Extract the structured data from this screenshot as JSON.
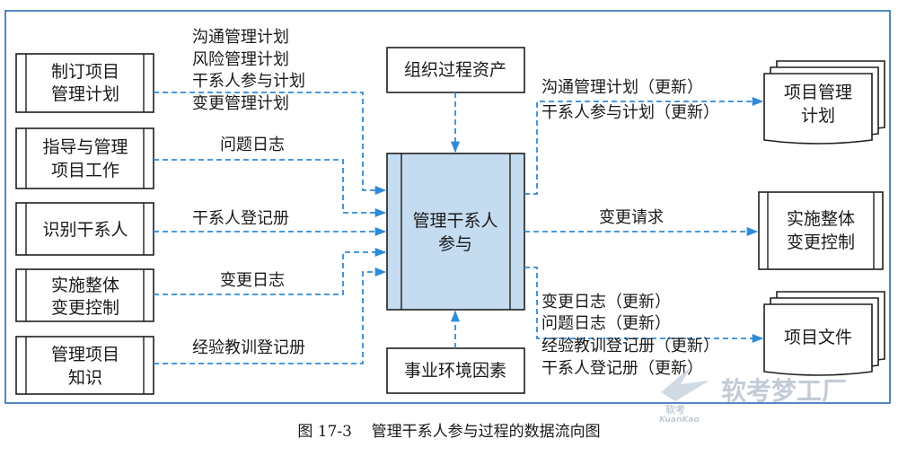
{
  "inputs": [
    {
      "lines": [
        "制订项目",
        "管理计划"
      ]
    },
    {
      "lines": [
        "指导与管理",
        "项目工作"
      ]
    },
    {
      "lines": [
        "识别干系人"
      ]
    },
    {
      "lines": [
        "实施整体",
        "变更控制"
      ]
    },
    {
      "lines": [
        "管理项目",
        "知识"
      ]
    }
  ],
  "flows_in": {
    "plans": [
      "沟通管理计划",
      "风险管理计划",
      "干系人参与计划",
      "变更管理计划"
    ],
    "issue_log": "问题日志",
    "register": "干系人登记册",
    "change_log": "变更日志",
    "lessons": "经验教训登记册"
  },
  "center": {
    "process": [
      "管理干系人",
      "参与"
    ],
    "assets": "组织过程资产",
    "env": "事业环境因素"
  },
  "outputs": {
    "plan_doc": {
      "lines": [
        "项目管理",
        "计划"
      ],
      "updates": [
        "沟通管理计划（更新）",
        "干系人参与计划（更新）"
      ]
    },
    "change": {
      "lines": [
        "实施整体",
        "变更控制"
      ],
      "label": "变更请求"
    },
    "docs": {
      "lines": [
        "项目文件"
      ],
      "updates": [
        "变更日志（更新）",
        "问题日志（更新）",
        "经验教训登记册（更新）",
        "干系人登记册（更新）"
      ]
    }
  },
  "caption": "图 17-3    管理干系人参与过程的数据流向图",
  "watermark": {
    "main": "软考梦工厂",
    "small": "软考",
    "sub": "KuanKao"
  },
  "colors": {
    "flow": "#2f8bd8",
    "center_fill": "#c5dcf0",
    "frame": "#2a6bb3"
  }
}
